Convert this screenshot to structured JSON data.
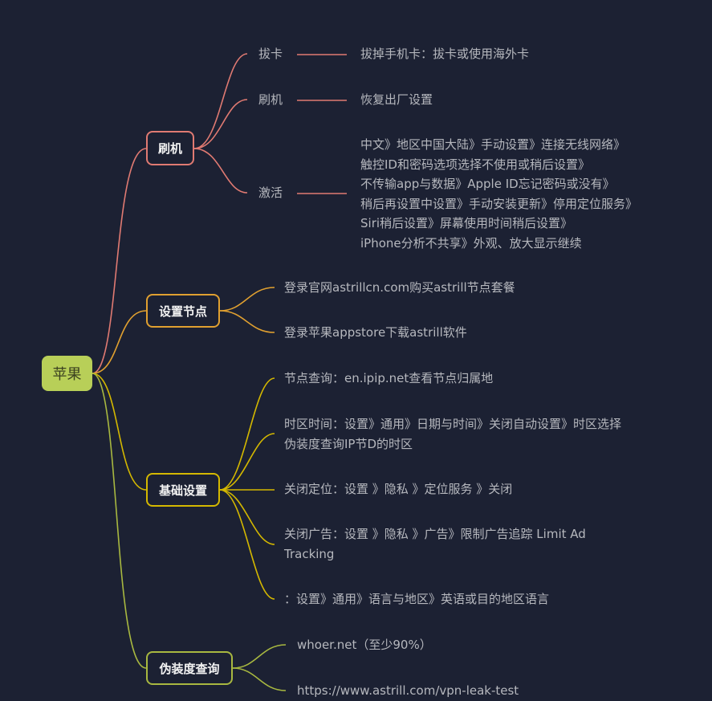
{
  "root": {
    "label": "苹果"
  },
  "colors": {
    "background": "#1c2133",
    "root": "#b8cf58",
    "branch1": "#e07a72",
    "branch2": "#e0a030",
    "branch3": "#d4b800",
    "branch4": "#a8b840"
  },
  "branches": [
    {
      "label": "刷机",
      "children": [
        {
          "label": "拔卡",
          "detail": "拔掉手机卡：拔卡或使用海外卡"
        },
        {
          "label": "刷机",
          "detail": "恢复出厂设置"
        },
        {
          "label": "激活",
          "detail_lines": [
            "中文》地区中国大陆》手动设置》连接无线网络》",
            "触控ID和密码选项选择不使用或稍后设置》",
            "不传输app与数据》Apple ID忘记密码或没有》",
            "稍后再设置中设置》手动安装更新》停用定位服务》",
            "Siri稍后设置》屏幕使用时间稍后设置》",
            "iPhone分析不共享》外观、放大显示继续"
          ]
        }
      ]
    },
    {
      "label": "设置节点",
      "children": [
        {
          "label": "登录官网astrillcn.com购买astrill节点套餐"
        },
        {
          "label": "登录苹果appstore下载astrill软件"
        }
      ]
    },
    {
      "label": "基础设置",
      "children": [
        {
          "label": "节点查询：en.ipip.net查看节点归属地"
        },
        {
          "label": "时区时间：设置》通用》日期与时间》关闭自动设置》时区选择",
          "label2": "伪装度查询IP节D的时区"
        },
        {
          "label": "关闭定位：设置 》隐私 》定位服务 》关闭"
        },
        {
          "label": "关闭广告：设置 》隐私 》广告》限制广告追踪 Limit Ad",
          "label2": "Tracking"
        },
        {
          "label": "：设置》通用》语言与地区》英语或目的地区语言"
        }
      ]
    },
    {
      "label": "伪装度查询",
      "children": [
        {
          "label": "whoer.net（至少90%）"
        },
        {
          "label": "https://www.astrill.com/vpn-leak-test"
        }
      ]
    }
  ]
}
